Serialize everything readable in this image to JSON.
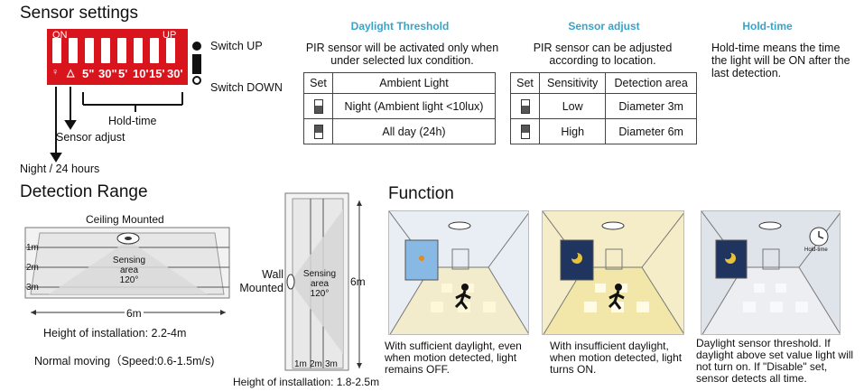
{
  "sensor_settings": {
    "title": "Sensor settings",
    "dip": {
      "on": "ON",
      "up": "UP",
      "labels": [
        "5\"",
        "30\"",
        "5'",
        "10'",
        "15'",
        "30'"
      ]
    },
    "switch_up": "Switch UP",
    "switch_down": "Switch DOWN",
    "hold_time_label": "Hold-time",
    "sensor_adjust_label": "Sensor adjust",
    "night_label": "Night / 24 hours"
  },
  "daylight_threshold": {
    "heading": "Daylight Threshold",
    "desc": "PIR sensor will be activated only when under selected lux condition.",
    "headers": [
      "Set",
      "Ambient Light"
    ],
    "rows": [
      {
        "value": "Night  (Ambient light <10lux)"
      },
      {
        "value": "All day (24h)"
      }
    ]
  },
  "sensor_adjust": {
    "heading": "Sensor adjust",
    "desc": "PIR sensor can be adjusted according to location.",
    "headers": [
      "Set",
      "Sensitivity",
      "Detection area"
    ],
    "rows": [
      {
        "sensitivity": "Low",
        "area": "Diameter 3m"
      },
      {
        "sensitivity": "High",
        "area": "Diameter 6m"
      }
    ]
  },
  "hold_time": {
    "heading": "Hold-time",
    "desc": "Hold-time means the time the light will be ON after the last detection."
  },
  "detection_range": {
    "title": "Detection Range",
    "ceiling_title": "Ceiling Mounted",
    "sensing": "Sensing",
    "area": "area",
    "angle": "120°",
    "distances": [
      "1m",
      "2m",
      "3m"
    ],
    "width": "6m",
    "ceiling_height": "Height of installation: 2.2-4m",
    "normal_moving": "Normal moving（Speed:0.6-1.5m/s)",
    "wall_title_1": "Wall",
    "wall_title_2": "Mounted",
    "wall_depth": "6m",
    "wall_height": "Height of installation: 1.8-2.5m"
  },
  "function": {
    "title": "Function",
    "hold_time_clock": "Hold-time",
    "captions": [
      "With sufficient daylight, even when motion detected, light remains OFF.",
      "With insufficient daylight, when motion detected, light turns ON.",
      "Daylight sensor threshold. If daylight above set value light will not turn on. If \"Disable\" set, sensor detects all time."
    ]
  },
  "colors": {
    "dip_red": "#d8141c",
    "heading_blue": "#3aa3c8",
    "panel1_bg": "#e9eef4",
    "panel2_bg": "#f4edc8",
    "panel3_bg": "#dfe3ea"
  }
}
